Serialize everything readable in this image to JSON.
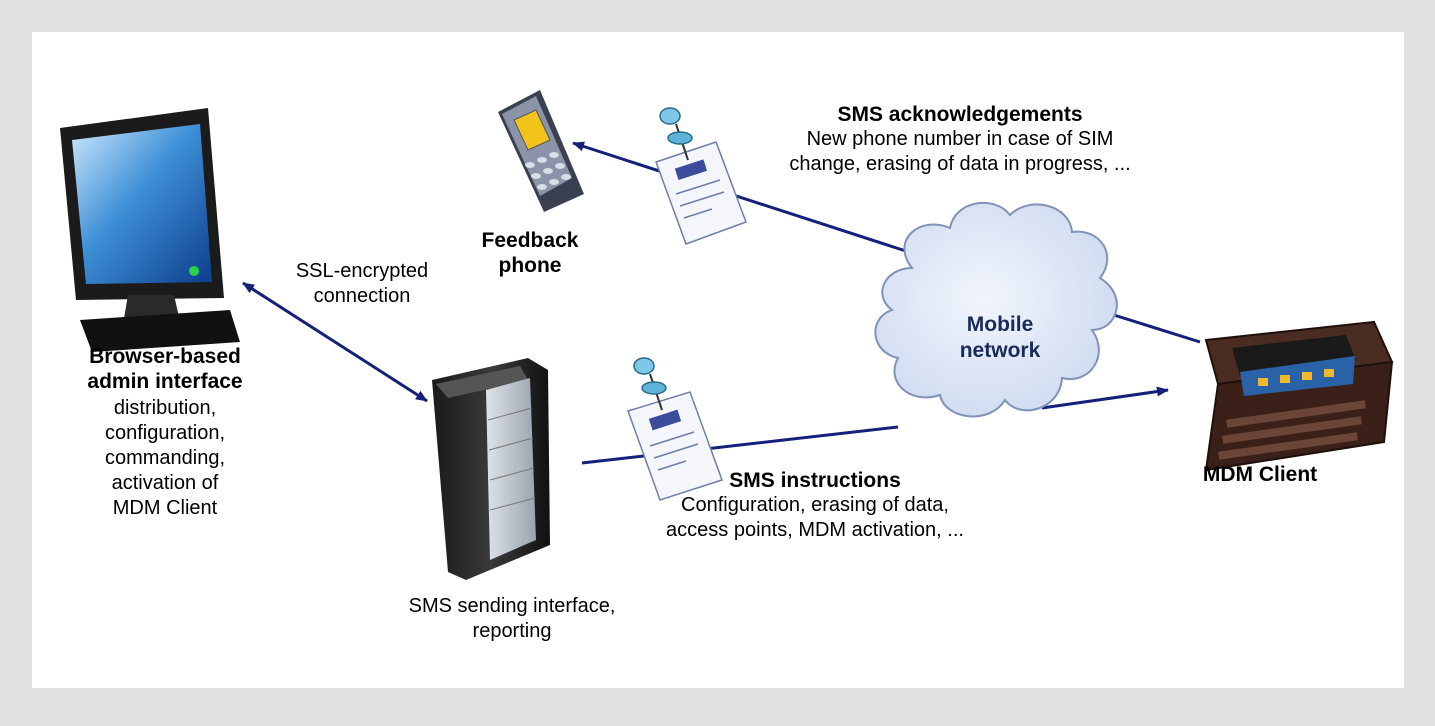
{
  "colors": {
    "background": "#e2e2e2",
    "canvas": "#ffffff",
    "connector": "#14207a",
    "cloud_fill": "#d7e1f3",
    "cloud_stroke": "#7f93b8"
  },
  "nodes": {
    "admin": {
      "title_line1": "Browser-based",
      "title_line2": "admin interface",
      "desc": [
        "distribution,",
        "configuration,",
        "commanding,",
        "activation of",
        "MDM Client"
      ],
      "icon": "monitor-icon"
    },
    "ssl": {
      "line1": "SSL-encrypted",
      "line2": "connection"
    },
    "server": {
      "line1": "SMS sending interface,",
      "line2": "reporting",
      "icon": "server-icon"
    },
    "feedback": {
      "title_line1": "Feedback",
      "title_line2": "phone",
      "icon": "mobile-phone-icon"
    },
    "network": {
      "line1": "Mobile",
      "line2": "network",
      "icon": "cloud-icon"
    },
    "client": {
      "title": "MDM Client",
      "icon": "smartphone-icon"
    }
  },
  "messages": {
    "ack": {
      "title": "SMS acknowledgements",
      "line1": "New phone number in case of SIM",
      "line2": "change, erasing of data in progress, ...",
      "icon": "pinned-note-icon"
    },
    "instructions": {
      "title": "SMS instructions",
      "line1": "Configuration, erasing of data,",
      "line2": "access points, MDM activation, ...",
      "icon": "pinned-note-icon"
    }
  }
}
